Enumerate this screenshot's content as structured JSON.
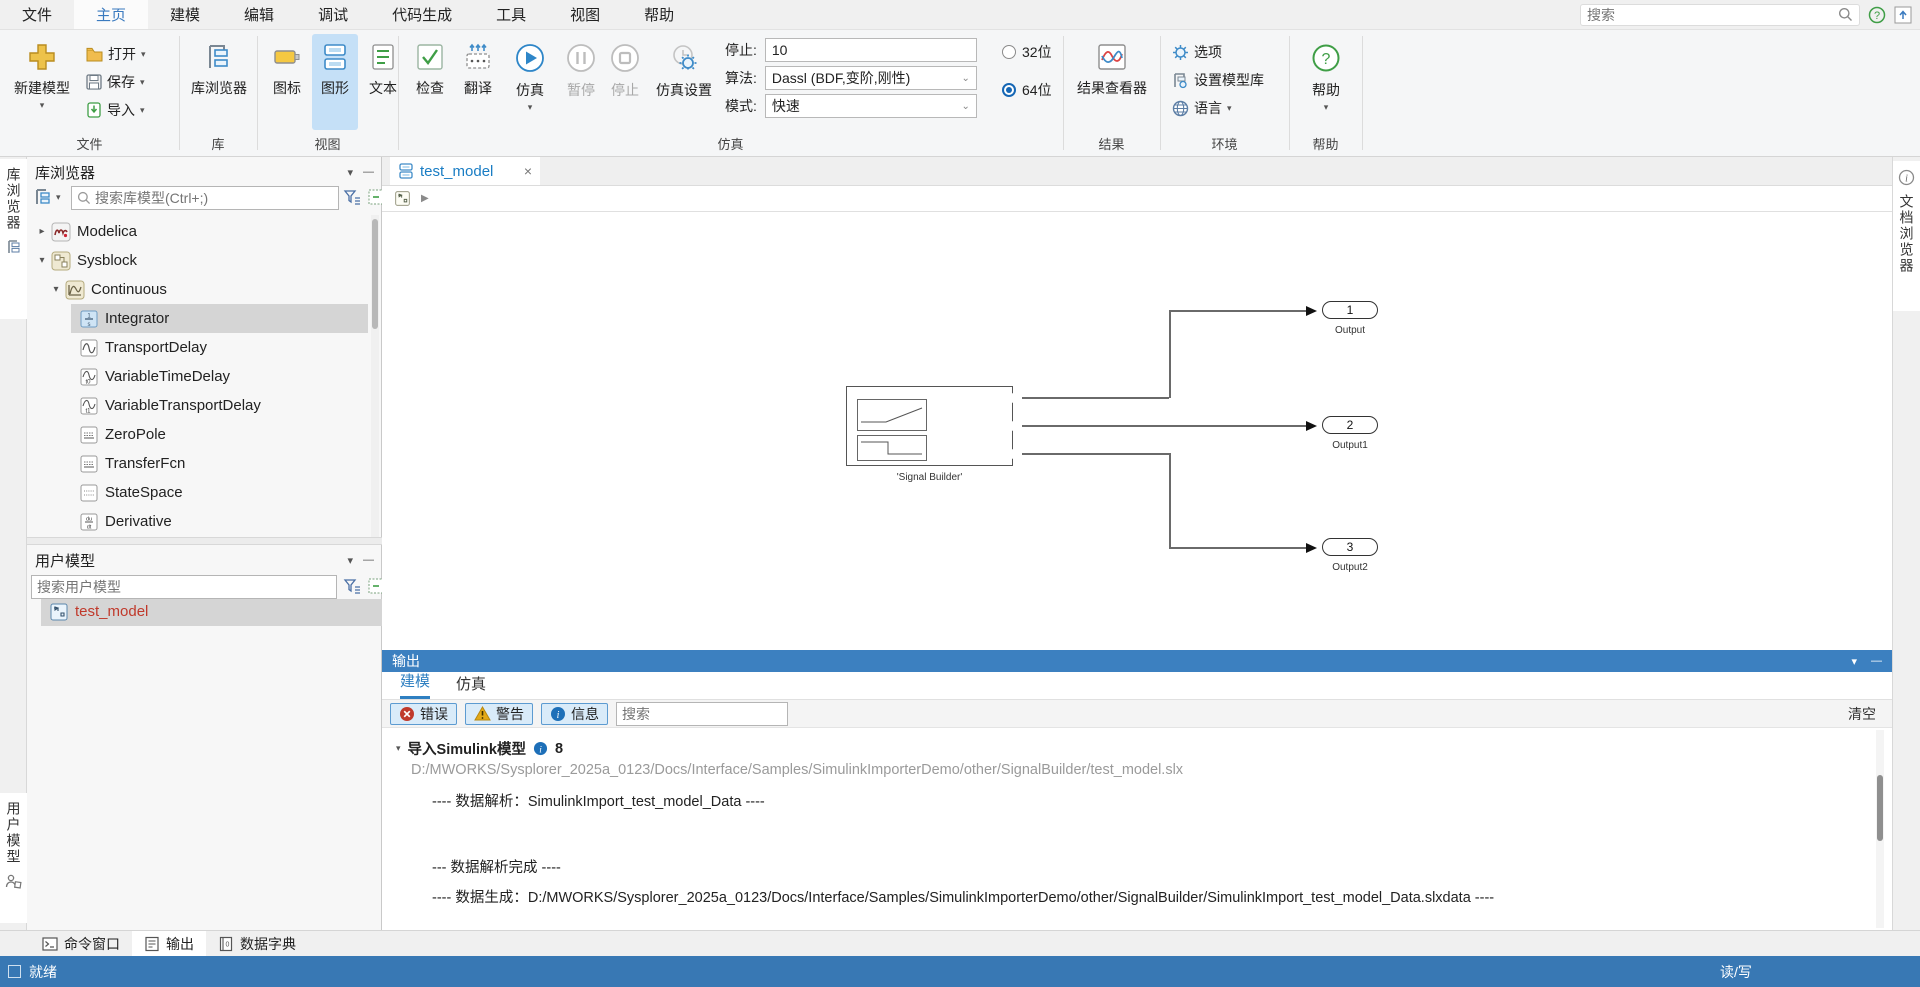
{
  "colors": {
    "accent": "#2e7fc1",
    "output_header": "#3c80c0",
    "statusbar": "#3878b4",
    "highlight": "#c5e0f7",
    "selected_row": "#d5d5d5",
    "model_red": "#c0392b"
  },
  "icons": {
    "dropdown": "▾",
    "minimize": "—",
    "close": "×",
    "chevron_expanded": "▾",
    "chevron_collapsed": "▸",
    "breadcrumb_arrow": "▶",
    "question": "?",
    "info_letter": "i"
  },
  "menubar": {
    "items": [
      {
        "label": "文件"
      },
      {
        "label": "主页"
      },
      {
        "label": "建模"
      },
      {
        "label": "编辑"
      },
      {
        "label": "调试"
      },
      {
        "label": "代码生成"
      },
      {
        "label": "工具"
      },
      {
        "label": "视图"
      },
      {
        "label": "帮助"
      }
    ],
    "search_placeholder": "搜索"
  },
  "ribbon": {
    "groups": [
      {
        "label": "文件"
      },
      {
        "label": "库"
      },
      {
        "label": "视图"
      },
      {
        "label": "仿真"
      },
      {
        "label": "结果"
      },
      {
        "label": "环境"
      },
      {
        "label": "帮助"
      }
    ],
    "new_model": "新建模型",
    "open": "打开",
    "save": "保存",
    "import": "导入",
    "library_browser": "库浏览器",
    "icon_view": "图标",
    "diagram_view": "图形",
    "text_view": "文本",
    "check": "检查",
    "translate": "翻译",
    "simulate": "仿真",
    "pause": "暂停",
    "stop": "停止",
    "sim_settings": "仿真设置",
    "stop_time_label": "停止:",
    "stop_time_value": "10",
    "algorithm_label": "算法:",
    "algorithm_value": "Dassl (BDF,变阶,刚性)",
    "mode_label": "模式:",
    "mode_value": "快速",
    "bit32": "32位",
    "bit64": "64位",
    "result_viewer": "结果查看器",
    "options": "选项",
    "set_model_lib": "设置模型库",
    "language": "语言",
    "help": "帮助"
  },
  "left_strip": {
    "top_tab": "库浏览器",
    "bottom_tab": "用户模型"
  },
  "right_strip": {
    "tab": "文档浏览器"
  },
  "library_panel": {
    "title": "库浏览器",
    "search_placeholder": "搜索库模型(Ctrl+;)",
    "tree": [
      {
        "label": "Modelica"
      },
      {
        "label": "Sysblock"
      },
      {
        "label": "Continuous"
      },
      {
        "label": "Integrator"
      },
      {
        "label": "TransportDelay"
      },
      {
        "label": "VariableTimeDelay"
      },
      {
        "label": "VariableTransportDelay"
      },
      {
        "label": "ZeroPole"
      },
      {
        "label": "TransferFcn"
      },
      {
        "label": "StateSpace"
      },
      {
        "label": "Derivative"
      }
    ]
  },
  "user_panel": {
    "title": "用户模型",
    "search_placeholder": "搜索用户模型",
    "items": [
      {
        "label": "test_model"
      }
    ]
  },
  "editor": {
    "tab": "test_model",
    "diagram": {
      "block_label": "'Signal Builder'",
      "outputs": [
        {
          "num": "1",
          "label": "Output"
        },
        {
          "num": "2",
          "label": "Output1"
        },
        {
          "num": "3",
          "label": "Output2"
        }
      ]
    }
  },
  "output_panel": {
    "title": "输出",
    "tabs": [
      {
        "label": "建模"
      },
      {
        "label": "仿真"
      }
    ],
    "filters": {
      "error": "错误",
      "warning": "警告",
      "info": "信息"
    },
    "search_placeholder": "搜索",
    "clear": "清空",
    "log": {
      "group_title": "导入Simulink模型",
      "count": "8",
      "lines": [
        {
          "text": "D:/MWORKS/Sysplorer_2025a_0123/Docs/Interface/Samples/SimulinkImporterDemo/other/SignalBuilder/test_model.slx"
        },
        {
          "text": "---- 数据解析：SimulinkImport_test_model_Data ----"
        },
        {
          "text": "--- 数据解析完成 ----"
        },
        {
          "text": "---- 数据生成：D:/MWORKS/Sysplorer_2025a_0123/Docs/Interface/Samples/SimulinkImporterDemo/other/SignalBuilder/SimulinkImport_test_model_Data.slxdata ----"
        }
      ]
    }
  },
  "bottom_bar": {
    "tabs": [
      {
        "label": "命令窗口"
      },
      {
        "label": "输出"
      },
      {
        "label": "数据字典"
      }
    ]
  },
  "status_bar": {
    "left": "就绪",
    "right": "读/写"
  }
}
